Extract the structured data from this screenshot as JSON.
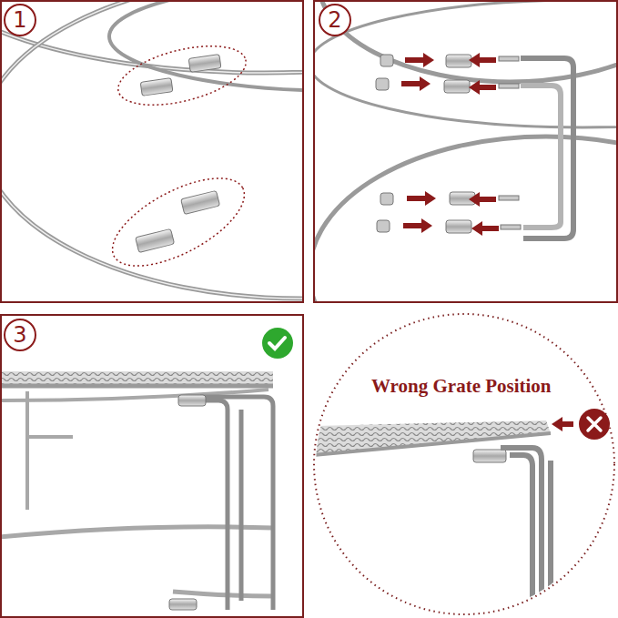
{
  "diagram": {
    "labels": [
      "1",
      "2",
      "3",
      "Wrong Grate Position"
    ]
  }
}
